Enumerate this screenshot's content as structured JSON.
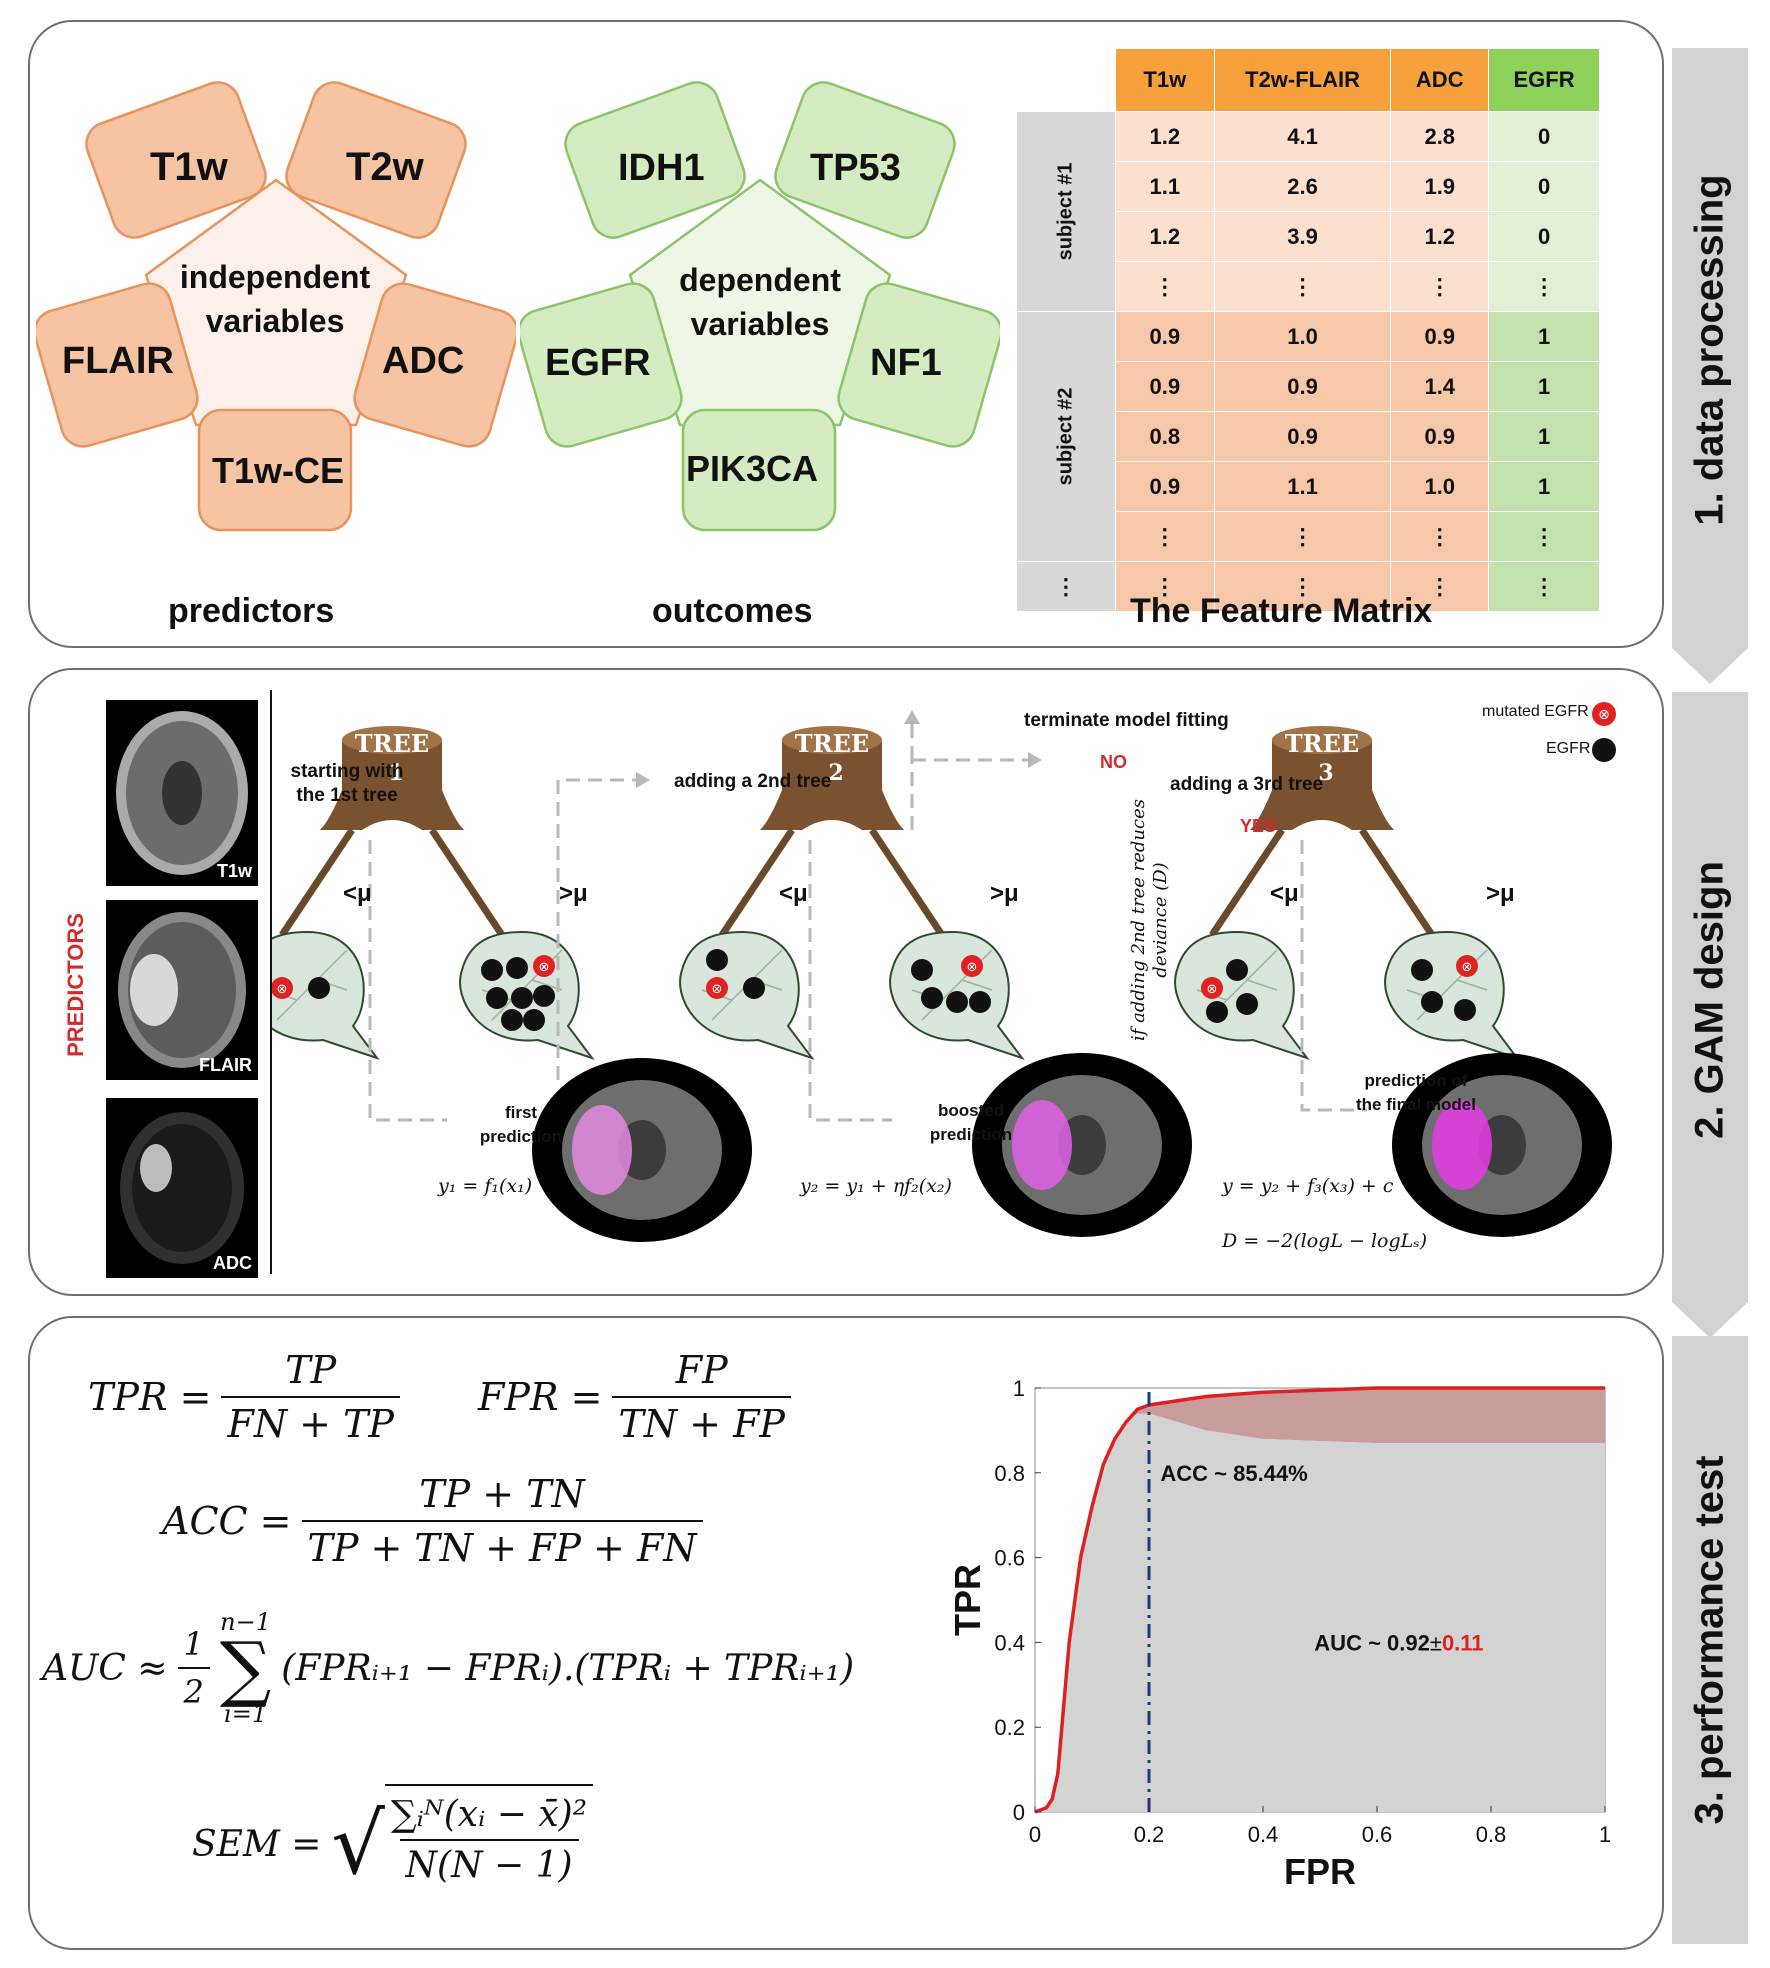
{
  "section1": {
    "step_label": "1. data processing",
    "predictors": {
      "center": "independent variables",
      "items": [
        "T1w",
        "T2w",
        "FLAIR",
        "ADC",
        "T1w-CE"
      ],
      "caption": "predictors"
    },
    "outcomes": {
      "center": "dependent variables",
      "items": [
        "IDH1",
        "TP53",
        "EGFR",
        "NF1",
        "PIK3CA"
      ],
      "caption": "outcomes"
    },
    "feature_matrix": {
      "caption": "The Feature Matrix",
      "headers": [
        "T1w",
        "T2w-FLAIR",
        "ADC",
        "EGFR"
      ],
      "subject_labels": [
        "subject #1",
        "subject #2"
      ],
      "rows_subject1": [
        [
          "1.2",
          "4.1",
          "2.8",
          "0"
        ],
        [
          "1.1",
          "2.6",
          "1.9",
          "0"
        ],
        [
          "1.2",
          "3.9",
          "1.2",
          "0"
        ],
        [
          "⋮",
          "⋮",
          "⋮",
          "⋮"
        ]
      ],
      "rows_subject2": [
        [
          "0.9",
          "1.0",
          "0.9",
          "1"
        ],
        [
          "0.9",
          "0.9",
          "1.4",
          "1"
        ],
        [
          "0.8",
          "0.9",
          "0.9",
          "1"
        ],
        [
          "0.9",
          "1.1",
          "1.0",
          "1"
        ],
        [
          "⋮",
          "⋮",
          "⋮",
          "⋮"
        ]
      ],
      "last_row": [
        "⋮",
        "⋮",
        "⋮",
        "⋮",
        "⋮"
      ]
    }
  },
  "section2": {
    "step_label": "2. GAM design",
    "predictors_label": "PREDICTORS",
    "mri_labels": [
      "T1w",
      "FLAIR",
      "ADC"
    ],
    "legend": {
      "mutated": "mutated EGFR",
      "normal": "EGFR"
    },
    "tree_word": "TREE",
    "trees": [
      "1",
      "2",
      "3"
    ],
    "start_text": "starting with the 1st tree",
    "add2_text": "adding a 2nd tree",
    "add3_text": "adding a 3rd tree",
    "terminate_text": "terminate model fitting",
    "no": "NO",
    "yes": "YES",
    "condition": "if adding 2nd tree reduces deviance (D)",
    "lt": "<μ",
    "gt": ">μ",
    "first_prediction": "first prediction",
    "boosted_prediction": "boosted prediction",
    "final_prediction": "prediction of the final model",
    "eq1": "y₁ = f₁(x₁)",
    "eq2": "y₂ = y₁ + ηf₂(x₂)",
    "eq3": "y = y₂ + f₃(x₃) + c",
    "eq4": "D = −2(logL − logLₛ)"
  },
  "section3": {
    "step_label": "3. performance test",
    "tpr_lhs": "TPR =",
    "tpr_num": "TP",
    "tpr_den": "FN + TP",
    "fpr_lhs": "FPR =",
    "fpr_num": "FP",
    "fpr_den": "TN + FP",
    "acc_lhs": "ACC =",
    "acc_num": "TP + TN",
    "acc_den": "TP + TN + FP + FN",
    "auc_lhs": "AUC ≈",
    "auc_half_num": "1",
    "auc_half_den": "2",
    "auc_sum_top": "n−1",
    "auc_sum_bottom": "i=1",
    "auc_body": "(FPRᵢ₊₁ − FPRᵢ).(TPRᵢ + TPRᵢ₊₁)",
    "sem_lhs": "SEM =",
    "sem_num": "∑ᵢᴺ(xᵢ − x̄)²",
    "sem_den": "N(N − 1)"
  },
  "chart_data": {
    "type": "line",
    "xlabel": "FPR",
    "ylabel": "TPR",
    "xlim": [
      0,
      1
    ],
    "ylim": [
      0,
      1
    ],
    "xticks": [
      "0",
      "0.2",
      "0.4",
      "0.6",
      "0.8",
      "1"
    ],
    "yticks": [
      "0",
      "0.2",
      "0.4",
      "0.6",
      "0.8",
      "1"
    ],
    "series": [
      {
        "values_x": [
          0,
          0.02,
          0.03,
          0.04,
          0.06,
          0.08,
          0.1,
          0.12,
          0.14,
          0.16,
          0.18,
          0.2,
          0.25,
          0.3,
          0.4,
          0.5,
          0.6,
          0.8,
          1.0
        ],
        "values_y": [
          0,
          0.01,
          0.03,
          0.09,
          0.4,
          0.6,
          0.72,
          0.82,
          0.88,
          0.92,
          0.95,
          0.96,
          0.97,
          0.98,
          0.99,
          0.995,
          1.0,
          1.0,
          1.0
        ],
        "color": "#e02020"
      }
    ],
    "lower_band_y": [
      0,
      0.01,
      0.03,
      0.09,
      0.4,
      0.6,
      0.72,
      0.82,
      0.88,
      0.92,
      0.94,
      0.94,
      0.92,
      0.9,
      0.88,
      0.875,
      0.87,
      0.87,
      0.87
    ],
    "acc_line_x": 0.2,
    "annotations": {
      "acc": "ACC ~ 85.44%",
      "auc": "AUC ~ 0.92",
      "pm": "±",
      "auc_err": "0.11"
    },
    "colors": {
      "fill": "#d3d3d3",
      "band": "#c99c9c",
      "curve": "#e02020",
      "acc_line": "#1f3a78"
    }
  }
}
